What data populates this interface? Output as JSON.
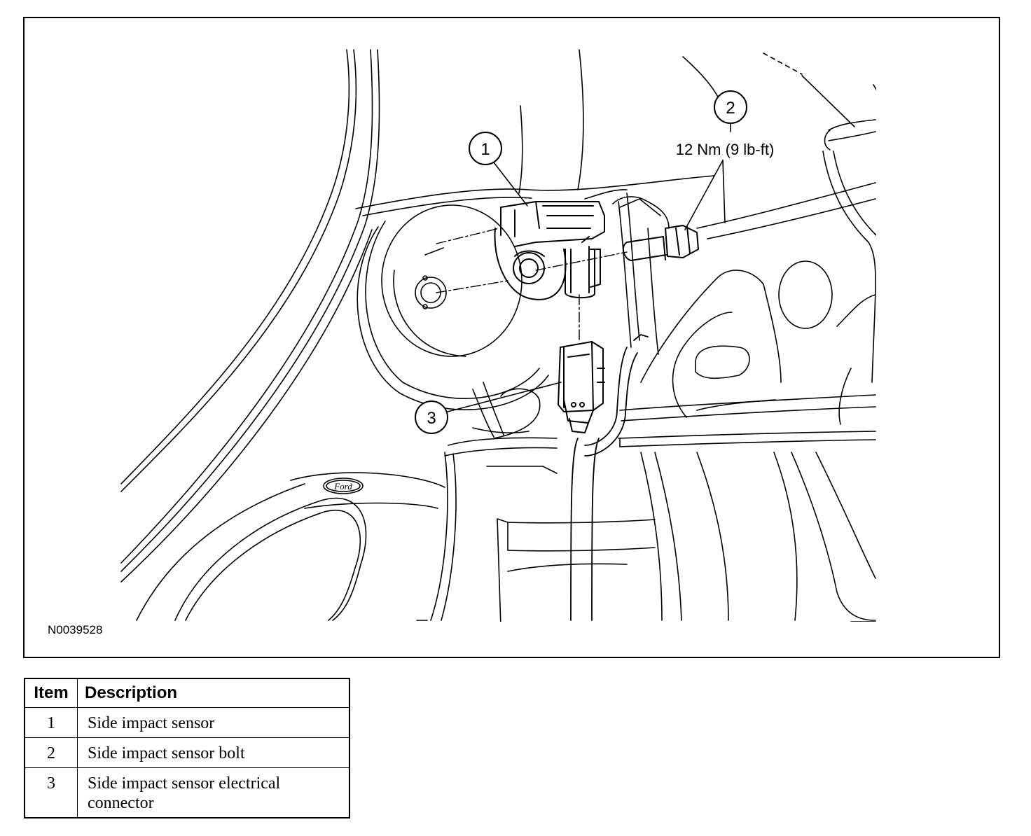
{
  "figure": {
    "id_label": "N0039528",
    "callouts": [
      {
        "number": "1"
      },
      {
        "number": "2",
        "torque": "12 Nm (9 lb-ft)"
      },
      {
        "number": "3"
      }
    ],
    "logo_text": "Ford"
  },
  "legend": {
    "headers": {
      "item": "Item",
      "description": "Description"
    },
    "rows": [
      {
        "item": "1",
        "description": "Side impact sensor"
      },
      {
        "item": "2",
        "description": "Side impact sensor bolt"
      },
      {
        "item": "3",
        "description": "Side impact sensor electrical connector"
      }
    ]
  }
}
